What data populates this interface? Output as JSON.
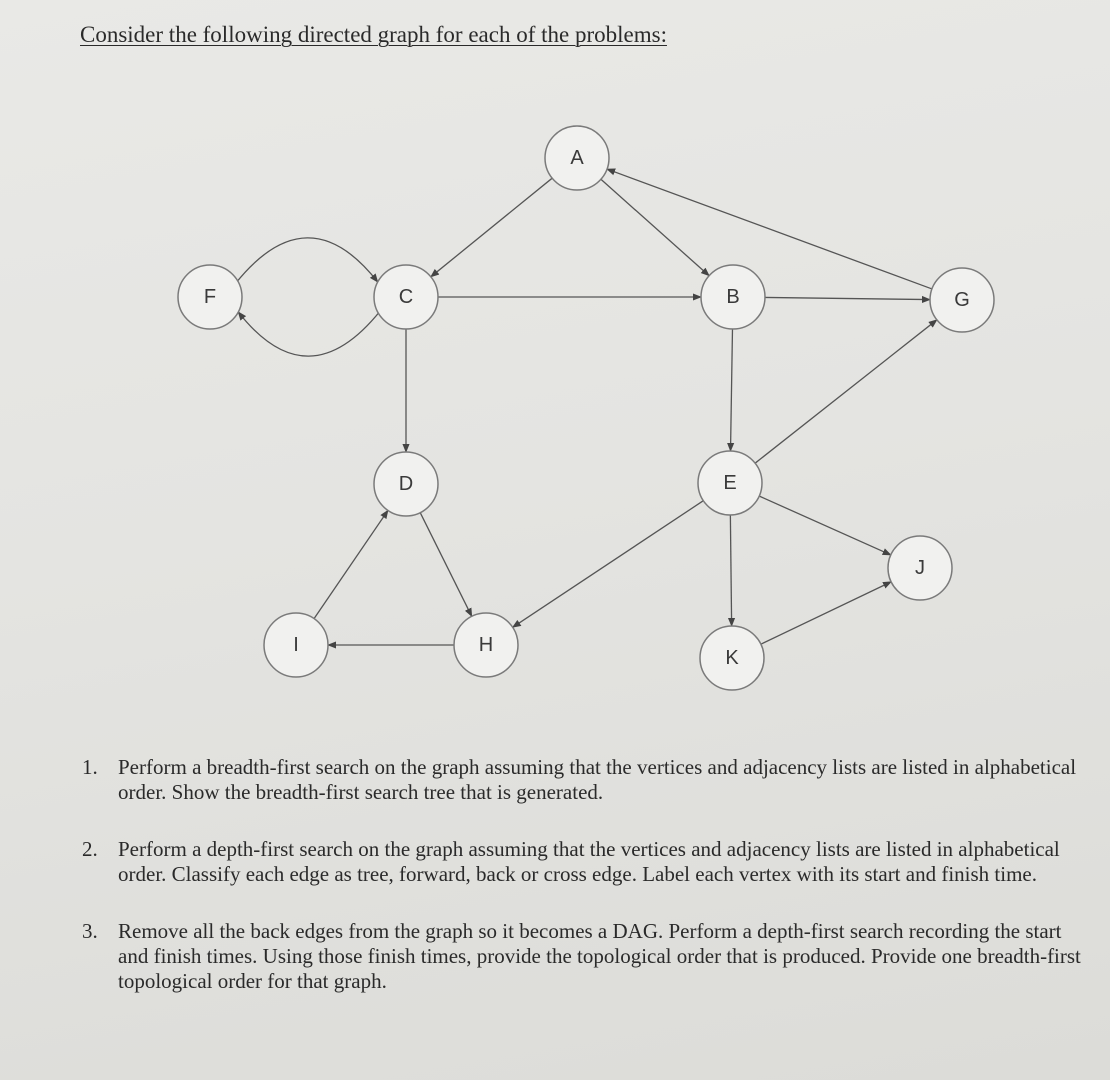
{
  "title": "Consider the following directed graph for each of the problems:",
  "graph": {
    "nodes": [
      {
        "id": "A",
        "label": "A"
      },
      {
        "id": "B",
        "label": "B"
      },
      {
        "id": "C",
        "label": "C"
      },
      {
        "id": "D",
        "label": "D"
      },
      {
        "id": "E",
        "label": "E"
      },
      {
        "id": "F",
        "label": "F"
      },
      {
        "id": "G",
        "label": "G"
      },
      {
        "id": "H",
        "label": "H"
      },
      {
        "id": "I",
        "label": "I"
      },
      {
        "id": "J",
        "label": "J"
      },
      {
        "id": "K",
        "label": "K"
      }
    ],
    "edges": [
      {
        "from": "A",
        "to": "C"
      },
      {
        "from": "A",
        "to": "B"
      },
      {
        "from": "G",
        "to": "A"
      },
      {
        "from": "C",
        "to": "F"
      },
      {
        "from": "F",
        "to": "C"
      },
      {
        "from": "C",
        "to": "B"
      },
      {
        "from": "B",
        "to": "G"
      },
      {
        "from": "C",
        "to": "D"
      },
      {
        "from": "B",
        "to": "E"
      },
      {
        "from": "E",
        "to": "G"
      },
      {
        "from": "E",
        "to": "H"
      },
      {
        "from": "E",
        "to": "J"
      },
      {
        "from": "E",
        "to": "K"
      },
      {
        "from": "K",
        "to": "J"
      },
      {
        "from": "D",
        "to": "H"
      },
      {
        "from": "H",
        "to": "I"
      },
      {
        "from": "I",
        "to": "D"
      }
    ]
  },
  "problems": [
    {
      "number": "1.",
      "text": "Perform a breadth-first search on the graph assuming that the vertices and adjacency lists are listed in alphabetical order. Show the breadth-first search tree that is generated."
    },
    {
      "number": "2.",
      "text": "Perform a depth-first search on the graph assuming that the vertices and adjacency lists are listed in alphabetical order. Classify each edge as tree, forward, back or cross edge. Label each vertex with its start and finish time."
    },
    {
      "number": "3.",
      "text": "Remove all the back edges from the graph so it becomes a DAG. Perform a depth-first search recording the start and finish times. Using those finish times, provide the topological order that is produced. Provide one breadth-first topological order for that graph."
    }
  ]
}
